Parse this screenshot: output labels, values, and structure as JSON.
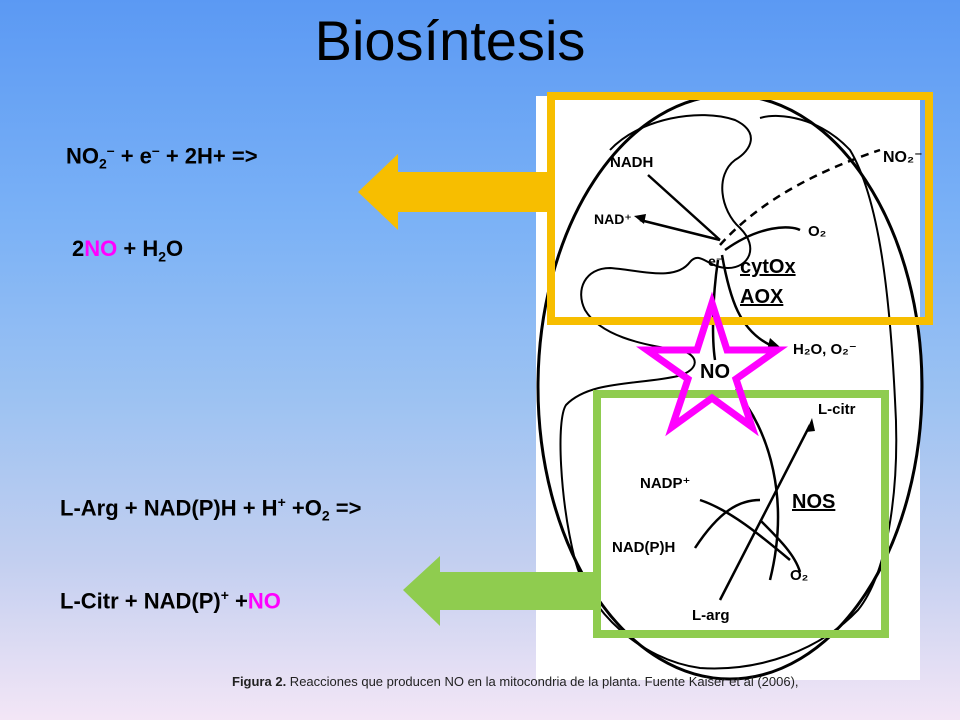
{
  "title": "Biosíntesis",
  "reaction1": {
    "line1": {
      "a": "NO",
      "b": "2",
      "c": "–",
      "d": " + e",
      "e": "–",
      "f": " + 2H+ =>"
    },
    "line2": {
      "a": "2",
      "b": "NO",
      "c": " + H",
      "d": "2",
      "e": "O"
    }
  },
  "reaction2": {
    "line1": {
      "a": "L-Arg + NAD(P)H + H",
      "b": "+",
      "c": " +O",
      "d": "2",
      "e": " =>"
    },
    "line2": {
      "a": "L-Citr + NAD(P)",
      "b": "+",
      "c": " +",
      "d": "NO"
    }
  },
  "figure_labels": {
    "nadh": "NADH",
    "nad_plus": "NAD⁺",
    "e_minus": "e⁻",
    "no2": "NO₂⁻",
    "o2_top": "O₂",
    "cytox": "cytOx",
    "aox": "AOX",
    "h2o_o2": "H₂O, O₂⁻",
    "no": "NO",
    "l_citr": "L-citr",
    "nadp_plus": "NADP⁺",
    "nos": "NOS",
    "nadph": "NAD(P)H",
    "o2_bottom": "O₂",
    "l_arg": "L-arg"
  },
  "caption": {
    "bold": "Figura 2.",
    "text": " Reacciones que producen NO en la mitocondria de la planta. Fuente Kaiser et al (2006),"
  },
  "colors": {
    "orange": "#f7be00",
    "green": "#8fcc4f",
    "star": "#ff00ff",
    "no_text": "#ff00ff"
  }
}
